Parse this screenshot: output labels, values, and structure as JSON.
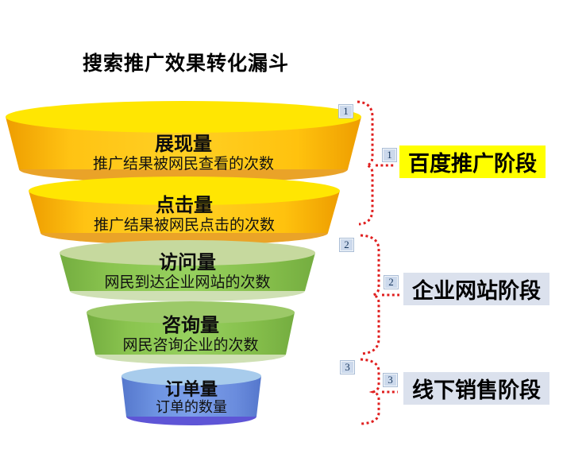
{
  "title": "搜索推广效果转化漏斗",
  "funnel": {
    "levels": [
      {
        "name": "展现量",
        "desc": "推广结果被网民查看的次数",
        "colors": {
          "top": "#ffe602",
          "body": "#ffc00e",
          "lip": "#eaa328"
        }
      },
      {
        "name": "点击量",
        "desc": "推广结果被网民点击的次数",
        "colors": {
          "top": "#ffe602",
          "body": "#ffc00e",
          "lip": "#eaa328"
        }
      },
      {
        "name": "访问量",
        "desc": "网民到达企业网站的次数",
        "colors": {
          "top": "#c6d99e",
          "body": "#8ac44f",
          "lip": "#cfe0b4"
        }
      },
      {
        "name": "咨询量",
        "desc": "网民咨询企业的次数",
        "colors": {
          "top": "#9cc968",
          "body": "#8ac44f",
          "lip": "#cfe0b4"
        }
      },
      {
        "name": "订单量",
        "desc": "订单的数量",
        "colors": {
          "top": "#a8ccec",
          "body": "#6e92e0",
          "lip": "#5e55d6"
        }
      }
    ]
  },
  "stages": [
    {
      "num": "1",
      "label": "百度推广阶段",
      "bg": "#ffff00"
    },
    {
      "num": "2",
      "label": "企业网站阶段",
      "bg": "#dbe1ed"
    },
    {
      "num": "3",
      "label": "线下销售阶段",
      "bg": "#dbe1ed"
    }
  ],
  "connector_color": "#e01f1f",
  "marker_style": {
    "bg": "#ccd9ec",
    "border": "#aabdd6"
  }
}
